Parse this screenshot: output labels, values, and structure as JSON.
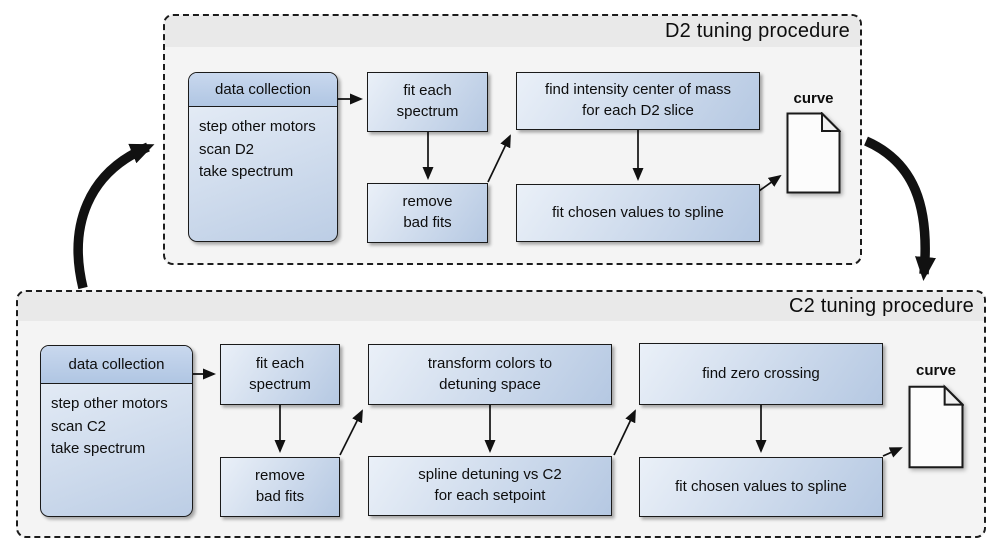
{
  "colors": {
    "box_border": "#1a1a1a",
    "box_grad_light": "#eaf0f8",
    "box_grad_dark": "#b5c8e2",
    "dc_header_light": "#c9d8ee",
    "dc_header_dark": "#b0c6e3",
    "container_bg": "#f4f4f4",
    "strip_bg": "#e9e9e9",
    "arrow_color": "#111111",
    "doc_fill": "#fcfcfc",
    "doc_fold": "#f1f1f1"
  },
  "d2": {
    "title": "D2 tuning procedure",
    "data_collection": {
      "header": "data collection",
      "body": "step other motors\nscan D2\ntake spectrum"
    },
    "steps": {
      "fit_each_spectrum": "fit each\nspectrum",
      "remove_bad_fits": "remove\nbad fits",
      "find_center_of_mass": "find intensity center of mass\nfor each D2 slice",
      "fit_chosen_values": "fit chosen values to spline"
    },
    "curve_label": "curve"
  },
  "c2": {
    "title": "C2 tuning procedure",
    "data_collection": {
      "header": "data collection",
      "body": "step other motors\nscan C2\ntake spectrum"
    },
    "steps": {
      "fit_each_spectrum": "fit each\nspectrum",
      "remove_bad_fits": "remove\nbad fits",
      "transform_colors": "transform colors to\ndetuning space",
      "spline_detuning": "spline detuning vs C2\nfor each setpoint",
      "find_zero_crossing": "find zero crossing",
      "fit_chosen_values": "fit chosen values to spline"
    },
    "curve_label": "curve"
  }
}
